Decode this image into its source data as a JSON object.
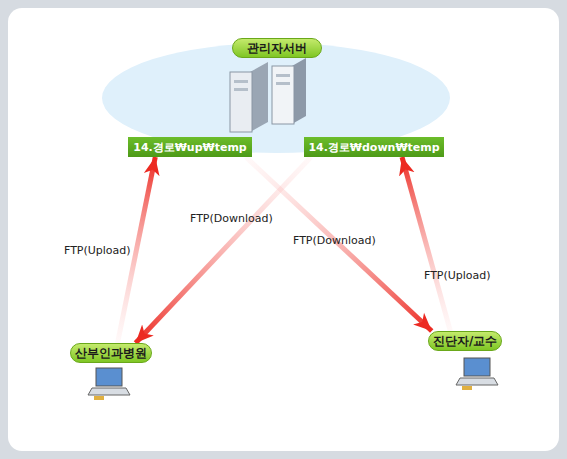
{
  "diagram": {
    "nodes": [
      {
        "text": [
          "관리자서버"
        ]
      },
      {
        "text": [
          "14.경로₩up₩temp"
        ]
      },
      {
        "text": [
          "14.경로₩down₩temp"
        ]
      },
      {
        "text": [
          "산부인과병원"
        ]
      },
      {
        "text": [
          "진단자/교수"
        ]
      }
    ],
    "edges": [
      {
        "from": 3,
        "to": 1,
        "arrow": "to",
        "label": "FTP(Upload)"
      },
      {
        "from": 2,
        "to": 3,
        "arrow": "to",
        "label": "FTP(Download)"
      },
      {
        "from": 1,
        "to": 4,
        "arrow": "to",
        "label": "FTP(Download)"
      },
      {
        "from": 4,
        "to": 2,
        "arrow": "to",
        "label": "FTP(Upload)"
      }
    ]
  }
}
